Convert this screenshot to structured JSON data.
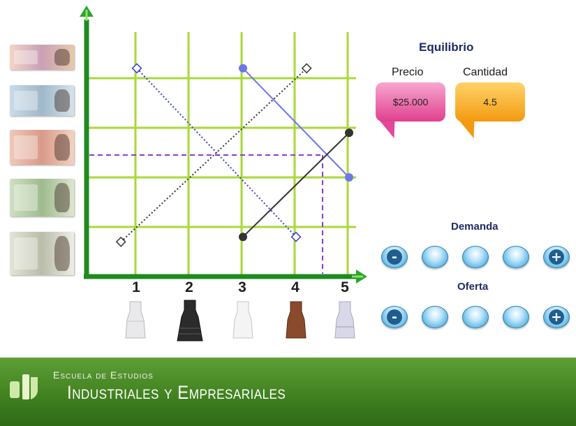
{
  "chart_data": {
    "type": "line",
    "x_ticks": [
      "1",
      "2",
      "3",
      "4",
      "5"
    ],
    "xlim": [
      0,
      5
    ],
    "ylim": [
      0,
      5
    ],
    "series": [
      {
        "style": "dotted-blue",
        "color": "#3b3bcf",
        "marker": "diamond-open",
        "points": [
          [
            1,
            4.2
          ],
          [
            4,
            0.8
          ]
        ]
      },
      {
        "style": "solid-blue",
        "color": "#6a78e8",
        "marker": "circle-filled",
        "points": [
          [
            3,
            4.2
          ],
          [
            5,
            2.0
          ]
        ]
      },
      {
        "style": "dotted-black",
        "color": "#333333",
        "marker": "diamond-open",
        "points": [
          [
            0.7,
            0.7
          ],
          [
            4.2,
            4.2
          ]
        ]
      },
      {
        "style": "solid-black",
        "color": "#333333",
        "marker": "circle-filled",
        "points": [
          [
            3,
            0.8
          ],
          [
            5,
            2.9
          ]
        ]
      }
    ],
    "equilibrium": {
      "x": 4.5,
      "y": 2.45,
      "color": "#8a3bd0"
    },
    "grid": true
  },
  "equilibrium_panel": {
    "title": "Equilibrio",
    "price_label": "Precio",
    "quantity_label": "Cantidad",
    "price_value": "$25.000",
    "quantity_value": "4.5"
  },
  "controls": {
    "demand_title": "Demanda",
    "supply_title": "Oferta",
    "minus": "-",
    "plus": "+"
  },
  "footer": {
    "school_line1": "Escuela de Estudios",
    "school_line2": "Industriales y Empresariales"
  },
  "colors": {
    "axis": "#1f8a1f",
    "grid": "#a8d83a",
    "footer": "#4a8a26"
  },
  "icons": {
    "axis_arrows": "axis-arrow-icon",
    "money": "banknote-icon",
    "garment": "dress-icon",
    "logo": "school-logo-icon"
  }
}
